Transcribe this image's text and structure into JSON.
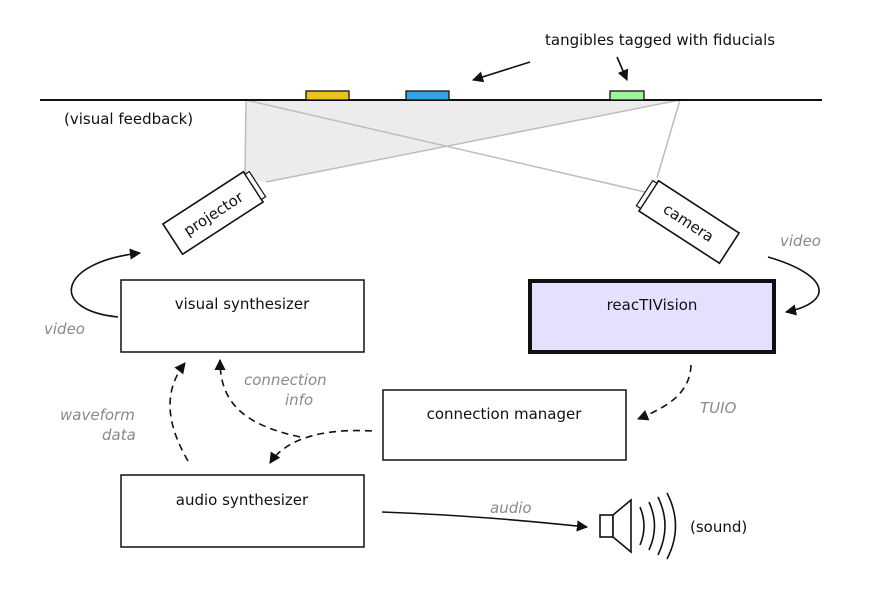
{
  "diagram": {
    "top_annotation": "tangibles tagged with fiducials",
    "surface_label": "(visual feedback)",
    "projector_label": "projector",
    "camera_label": "camera",
    "visual_synth_label": "visual synthesizer",
    "reactivision_label": "reacTIVision",
    "connection_manager_label": "connection manager",
    "audio_synth_label": "audio synthesizer",
    "sound_label": "(sound)",
    "flow_video_left": "video",
    "flow_video_right": "video",
    "flow_connection_info_line1": "connection",
    "flow_connection_info_line2": "info",
    "flow_waveform_line1": "waveform",
    "flow_waveform_line2": "data",
    "flow_tuio": "TUIO",
    "flow_audio": "audio"
  },
  "colors": {
    "tangible_yellow": "#e8c41c",
    "tangible_blue": "#2fa3e6",
    "tangible_green": "#9cf59a",
    "reactivision_fill": "#e6e0ff",
    "projection_fill": "#ececec",
    "line": "#111111",
    "faint_line": "#b5b5b5",
    "italic_text": "#8a8a8a"
  },
  "icons": {
    "speaker": "speaker-icon"
  }
}
